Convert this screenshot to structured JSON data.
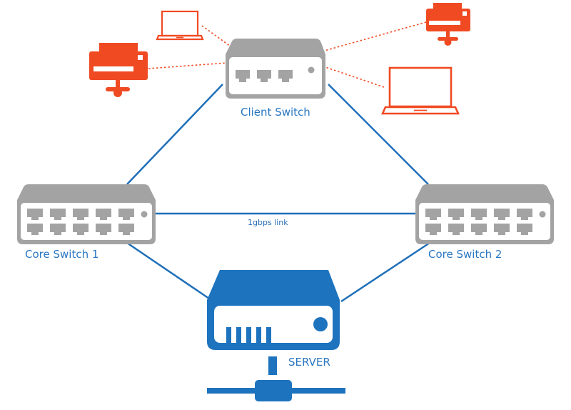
{
  "labels": {
    "client_switch": "Client Switch",
    "core_switch_1": "Core Switch 1",
    "core_switch_2": "Core Switch 2",
    "link": "1gbps link",
    "server": "SERVER"
  },
  "colors": {
    "link_line": "#1f6fb8",
    "switch_gray": "#a3a3a3",
    "client_orange": "#f04a23",
    "server_blue": "#1e73be",
    "label_text": "#2a77c2"
  },
  "icons": {
    "switch": "network-switch-icon",
    "laptop": "laptop-icon",
    "printer": "network-printer-icon",
    "server": "server-icon",
    "network_node": "network-node-icon"
  }
}
